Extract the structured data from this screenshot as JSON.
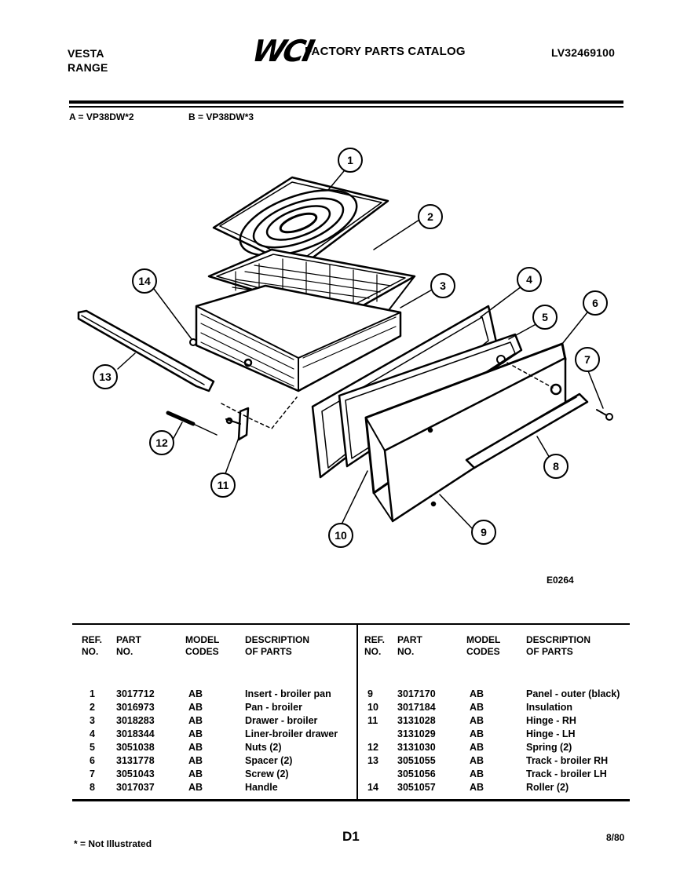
{
  "header": {
    "brand_line1": "VESTA",
    "brand_line2": "RANGE",
    "logo": "WCI",
    "catalog_title": "FACTORY PARTS CATALOG",
    "catalog_number": "LV32469100"
  },
  "models": {
    "a": "A = VP38DW*2",
    "b": "B = VP38DW*3"
  },
  "diagram": {
    "figure_code": "E0264",
    "callouts": [
      "1",
      "2",
      "3",
      "4",
      "5",
      "6",
      "7",
      "8",
      "9",
      "10",
      "11",
      "12",
      "13",
      "14"
    ]
  },
  "table": {
    "headers": {
      "ref": [
        "REF.",
        "NO."
      ],
      "part": [
        "PART",
        "NO."
      ],
      "model": [
        "MODEL",
        "CODES"
      ],
      "desc": [
        "DESCRIPTION",
        "OF PARTS"
      ]
    },
    "left_rows": [
      {
        "ref": "1",
        "part": "3017712",
        "model": "AB",
        "desc": "Insert - broiler pan"
      },
      {
        "ref": "2",
        "part": "3016973",
        "model": "AB",
        "desc": "Pan - broiler"
      },
      {
        "ref": "3",
        "part": "3018283",
        "model": "AB",
        "desc": "Drawer - broiler"
      },
      {
        "ref": "4",
        "part": "3018344",
        "model": "AB",
        "desc": "Liner-broiler drawer"
      },
      {
        "ref": "5",
        "part": "3051038",
        "model": "AB",
        "desc": "Nuts (2)"
      },
      {
        "ref": "6",
        "part": "3131778",
        "model": "AB",
        "desc": "Spacer (2)"
      },
      {
        "ref": "7",
        "part": "3051043",
        "model": "AB",
        "desc": "Screw (2)"
      },
      {
        "ref": "8",
        "part": "3017037",
        "model": "AB",
        "desc": "Handle"
      }
    ],
    "right_rows": [
      {
        "ref": "9",
        "part": "3017170",
        "model": "AB",
        "desc": "Panel - outer (black)"
      },
      {
        "ref": "10",
        "part": "3017184",
        "model": "AB",
        "desc": "Insulation"
      },
      {
        "ref": "11",
        "part": "3131028",
        "model": "AB",
        "desc": "Hinge - RH"
      },
      {
        "ref": "",
        "part": "3131029",
        "model": "AB",
        "desc": "Hinge - LH"
      },
      {
        "ref": "12",
        "part": "3131030",
        "model": "AB",
        "desc": "Spring (2)"
      },
      {
        "ref": "13",
        "part": "3051055",
        "model": "AB",
        "desc": "Track - broiler RH"
      },
      {
        "ref": "",
        "part": "3051056",
        "model": "AB",
        "desc": "Track - broiler LH"
      },
      {
        "ref": "14",
        "part": "3051057",
        "model": "AB",
        "desc": "Roller (2)"
      }
    ]
  },
  "footer": {
    "note": "* = Not Illustrated",
    "page": "D1",
    "date": "8/80"
  }
}
